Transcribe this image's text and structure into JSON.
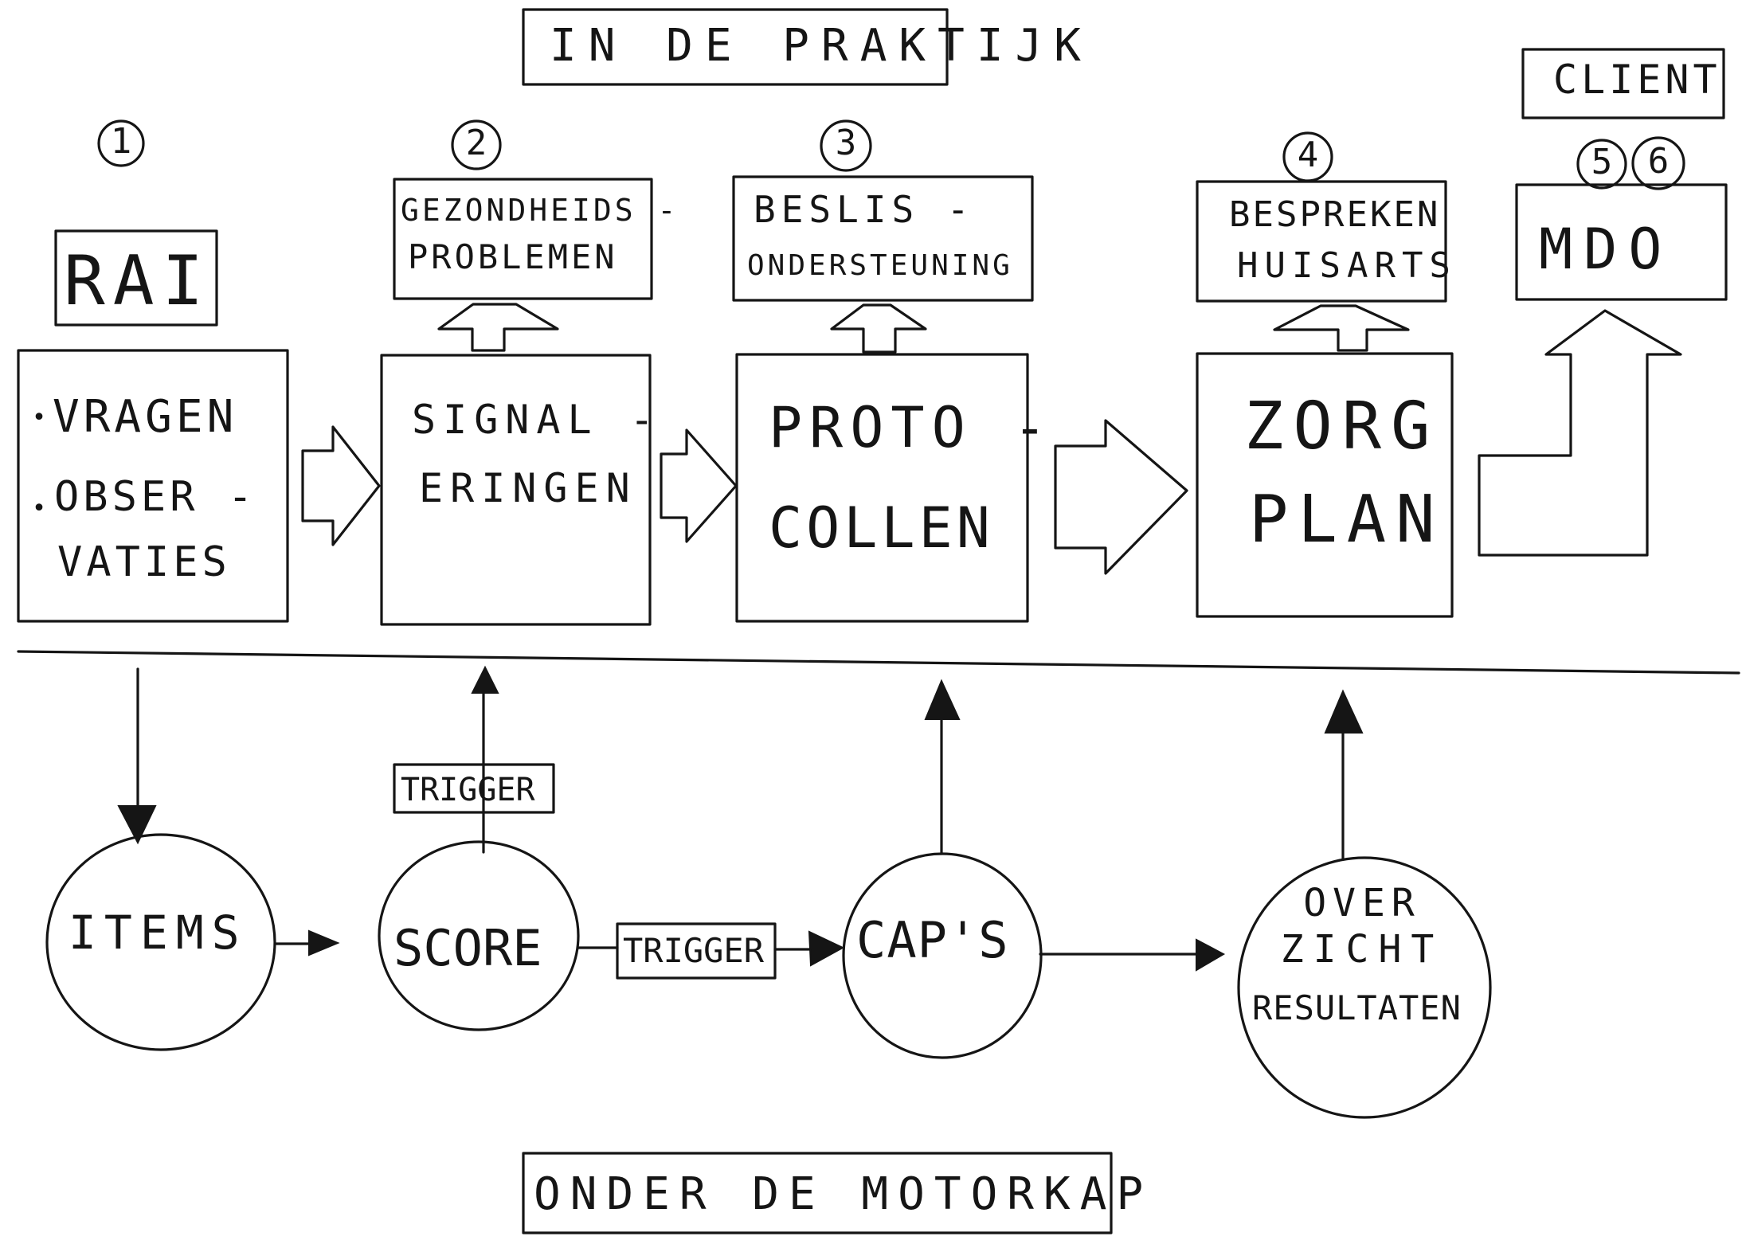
{
  "top": {
    "section_title": "IN DE PRAKTIJK",
    "client_label": "CLIENT",
    "numbers": [
      "1",
      "2",
      "3",
      "4",
      "5",
      "6"
    ]
  },
  "rai": {
    "title": "RAI",
    "bullets": [
      "VRAGEN",
      "OBSER -",
      "VATIES"
    ]
  },
  "signaleringen": {
    "line1": "SIGNAL -",
    "line2": "ERINGEN"
  },
  "gezondheid": {
    "line1": "GEZONDHEIDS -",
    "line2": "PROBLEMEN"
  },
  "protocollen": {
    "line1": "PROTO -",
    "line2": "COLLEN"
  },
  "beslis": {
    "line1": "BESLIS -",
    "line2": "ONDERSTEUNING"
  },
  "zorgplan": {
    "line1": "ZORG",
    "line2": "PLAN"
  },
  "bespreken": {
    "line1": "BESPREKEN",
    "line2": "HUISARTS"
  },
  "mdo": {
    "label": "MDO"
  },
  "bottom": {
    "items": "ITEMS",
    "score": "SCORE",
    "caps": "CAP'S",
    "overzicht": [
      "OVER",
      "ZICHT",
      "RESULTATEN"
    ],
    "trigger_1": "TRIGGER",
    "trigger_2": "TRIGGER",
    "section_title": "ONDER DE MOTORKAP"
  }
}
